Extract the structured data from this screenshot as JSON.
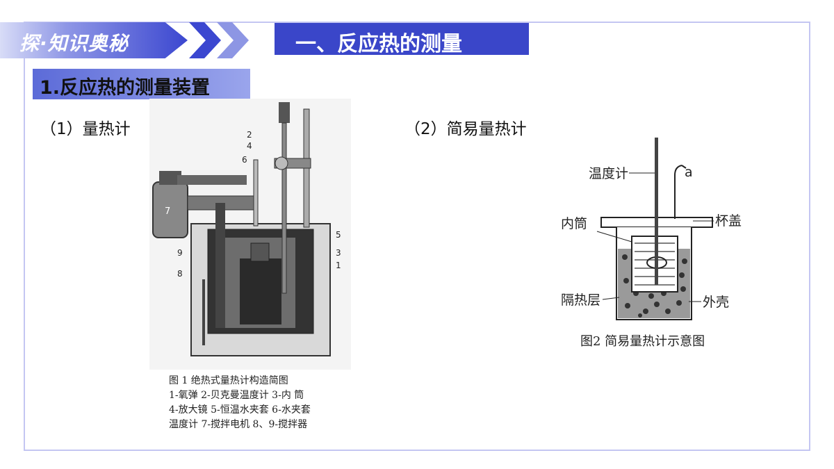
{
  "tag": {
    "label": "探·知识奥秘"
  },
  "title": {
    "text": "一、反应热的测量"
  },
  "section": {
    "heading": "1.反应热的测量装置"
  },
  "left": {
    "label": "（1）量热计",
    "numbers": [
      "2",
      "4",
      "6",
      "5",
      "3",
      "1",
      "7",
      "9",
      "8"
    ],
    "caption_lines": [
      "图 1  绝热式量热计构造简图",
      "1-氧弹  2-贝克曼温度计  3-内    筒",
      "4-放大镜  5-恒温水夹套  6-水夹套",
      "温度计 7-搅拌电机 8、9-搅拌器"
    ]
  },
  "right": {
    "label": "（2）简易量热计",
    "parts": {
      "thermometer": "温度计",
      "a": "a",
      "inner": "内筒",
      "lid": "杯盖",
      "insulation": "隔热层",
      "shell": "外壳"
    },
    "caption": "图2   简易量热计示意图"
  },
  "colors": {
    "accent": "#3a46c9",
    "frame": "#c4c6f2"
  }
}
